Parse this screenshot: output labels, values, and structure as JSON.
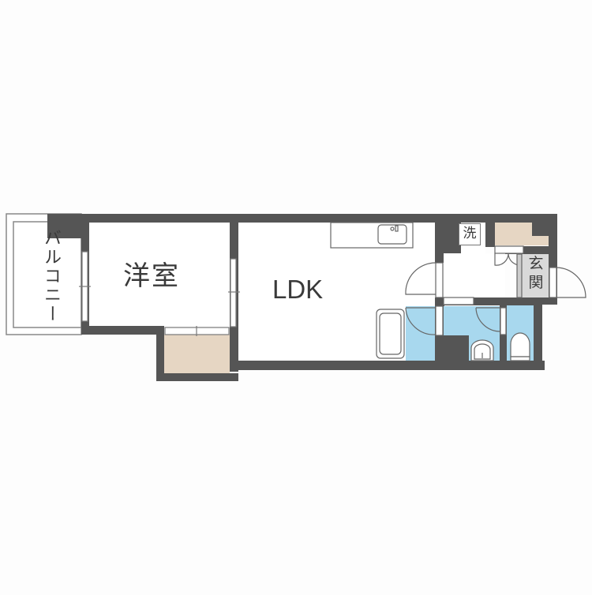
{
  "floor_plan": {
    "rooms": {
      "western_room": {
        "label": "洋室"
      },
      "ldk": {
        "label": "LDK"
      },
      "balcony": {
        "label": "バルコニー"
      },
      "washroom": {
        "label": "洗"
      },
      "entrance": {
        "label": "玄関"
      }
    },
    "colors": {
      "wall": "#555555",
      "floor": "#ffffff",
      "storage": "#e6d6c3",
      "wet_area": "#a8d8ee",
      "background": "#fdfdfd"
    }
  }
}
